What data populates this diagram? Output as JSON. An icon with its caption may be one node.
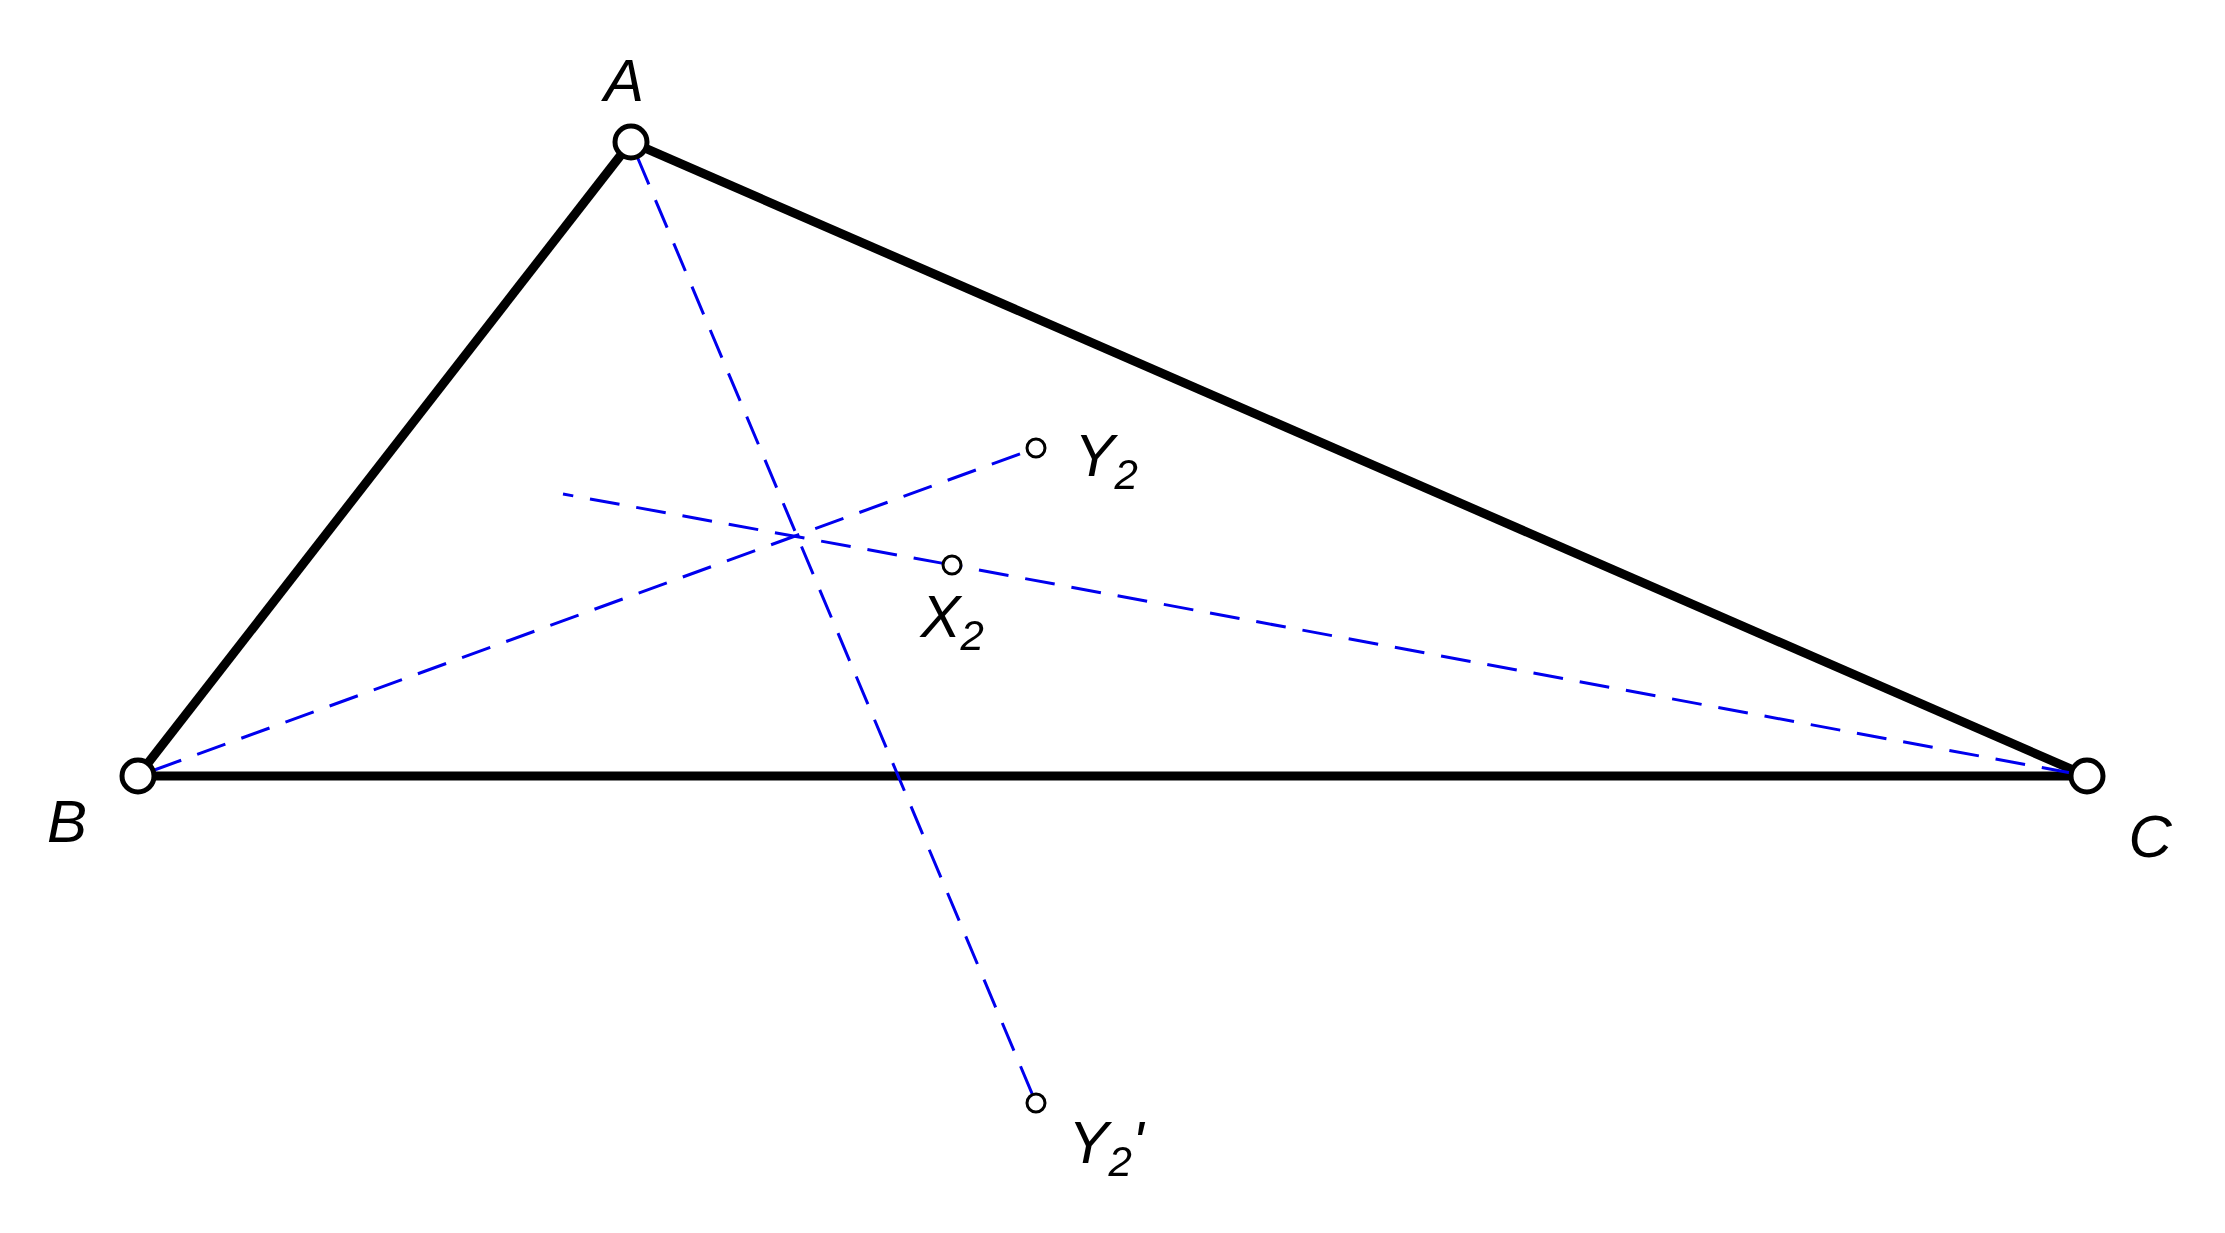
{
  "diagram": {
    "nodes": [
      {
        "text": [],
        "shape": "circle",
        "beside": [
          "A"
        ]
      },
      {
        "text": [],
        "shape": "circle",
        "beside": [
          "B"
        ]
      },
      {
        "text": [],
        "shape": "circle",
        "beside": [
          "C"
        ]
      },
      {
        "text": [],
        "shape": "circle",
        "beside": [
          "Y$_{2}$"
        ]
      },
      {
        "text": [],
        "shape": "circle",
        "beside": [
          "X$_{2}$"
        ]
      },
      {
        "text": [],
        "shape": "circle",
        "beside": [
          "Y$_{2}$'"
        ]
      }
    ],
    "edges": [
      {
        "from": 0,
        "to": 1,
        "arrow": "none",
        "style": "thick",
        "color": "#000000"
      },
      {
        "from": 0,
        "to": 2,
        "arrow": "none",
        "style": "thick",
        "color": "#000000"
      },
      {
        "from": 1,
        "to": 2,
        "arrow": "none",
        "style": "thick",
        "color": "#000000"
      },
      {
        "from": 0,
        "to": 5,
        "arrow": "none",
        "style": "dashed",
        "color": "#0000ee"
      },
      {
        "from": 1,
        "to": 3,
        "arrow": "none",
        "style": "dashed",
        "color": "#0000ee"
      },
      {
        "from": 2,
        "to": 4,
        "arrow": "none",
        "style": "dashed",
        "color": "#0000ee"
      },
      {
        "from": 4,
        "to": null,
        "arrow": "none",
        "style": "dashed",
        "color": "#0000ee"
      }
    ]
  }
}
